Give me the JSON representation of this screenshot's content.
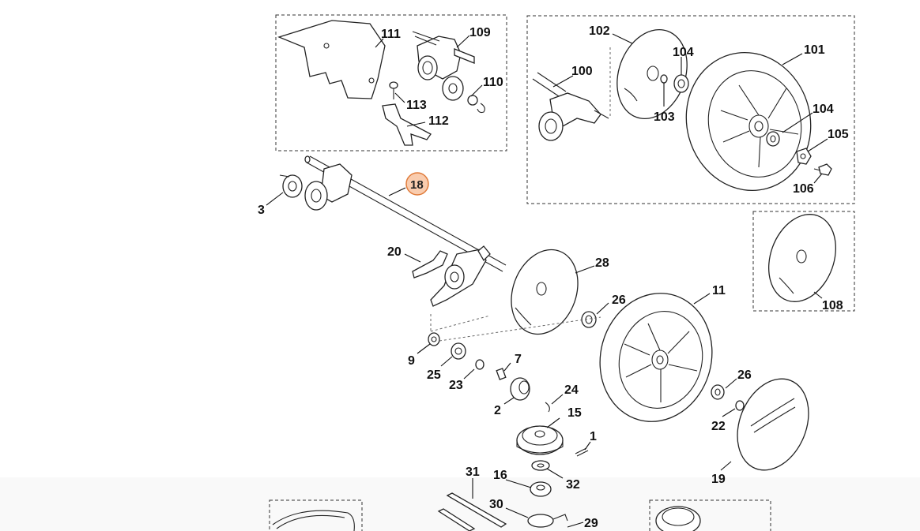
{
  "diagram": {
    "highlight_color": "#f4a26b",
    "highlighted_label": "18",
    "labels": [
      "111",
      "109",
      "110",
      "113",
      "112",
      "102",
      "100",
      "104",
      "103",
      "101",
      "104",
      "105",
      "106",
      "3",
      "18",
      "20",
      "28",
      "26",
      "11",
      "108",
      "9",
      "25",
      "23",
      "7",
      "2",
      "24",
      "15",
      "26",
      "22",
      "1",
      "19",
      "16",
      "32",
      "31",
      "30",
      "29"
    ]
  }
}
